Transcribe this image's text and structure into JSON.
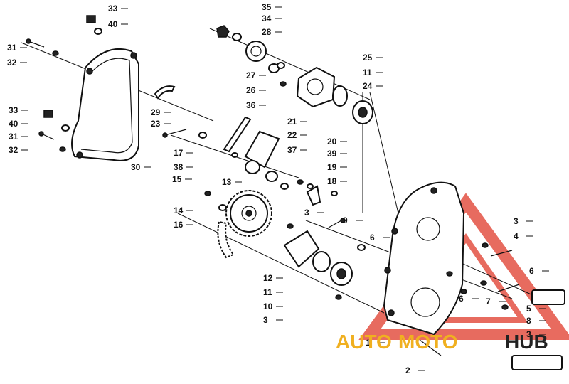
{
  "diagram": {
    "callouts": [
      "33",
      "40",
      "31",
      "32",
      "35",
      "34",
      "28",
      "25",
      "11",
      "24",
      "27",
      "26",
      "29",
      "23",
      "36",
      "21",
      "22",
      "37",
      "20",
      "39",
      "19",
      "18",
      "17",
      "38",
      "30",
      "15",
      "13",
      "14",
      "16",
      "3",
      "9",
      "6",
      "12",
      "11",
      "10",
      "3",
      "1",
      "2",
      "3",
      "4",
      "6",
      "6",
      "7",
      "5",
      "8",
      "3",
      "33",
      "40",
      "31",
      "32"
    ]
  },
  "watermark": {
    "text_a": "AUTO",
    "text_b": "MOTO",
    "text_c": "HUB",
    "color": "#e03a2a",
    "accent": "#f0b020"
  }
}
